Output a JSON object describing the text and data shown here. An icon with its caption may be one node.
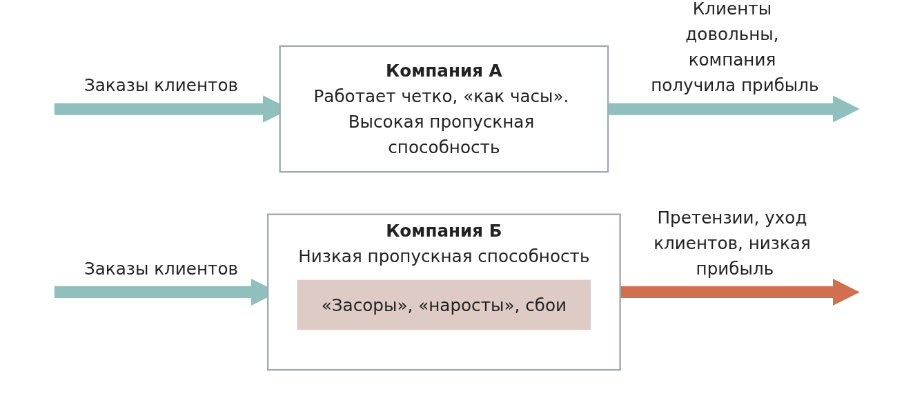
{
  "diagram": {
    "nodes": [
      {
        "text": [
          "Компания А",
          "Работает четко, «как часы». Высокая пропускная способность"
        ]
      },
      {
        "text": [
          "Компания Б",
          "Низкая пропускная способность"
        ]
      },
      {
        "text": [
          "«Засоры», «наросты», сбои"
        ],
        "in": 1
      }
    ],
    "edges": [
      {
        "from": null,
        "to": 0,
        "arrow": "to",
        "label": "Заказы клиентов"
      },
      {
        "from": 0,
        "to": null,
        "arrow": "to",
        "label": "Клиенты довольны, компания получила прибыль"
      },
      {
        "from": null,
        "to": 1,
        "arrow": "to",
        "label": "Заказы клиентов"
      },
      {
        "from": 1,
        "to": null,
        "arrow": "to",
        "label": "Претензии, уход клиентов, низкая прибыль",
        "color": "#d0704f"
      }
    ]
  }
}
